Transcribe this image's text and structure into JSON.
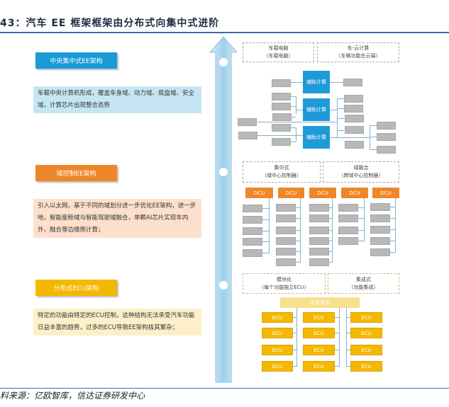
{
  "title": "43：汽车 EE 框架框架由分布式向集中式进阶",
  "source": "料来源：亿欧智库，信达证券研发中心",
  "stages": [
    {
      "label": "中央集中式EE架构",
      "desc": "车载中央计算机形成，覆盖车身域、动力域、底盘域、安全域，计算芯片出现整合态势",
      "color": "#1a9ad6"
    },
    {
      "label": "域控制EE架构",
      "desc": "引入以太网，基于不同的域划分进一步优化EE架构，进一步地，智能座舱域与智能驾驶域融合，单颗AI芯片实现车内外、融合等边缘侧计算；",
      "color": "#f0862a"
    },
    {
      "label": "分布式ECU架构",
      "desc": "特定的功能由特定的ECU控制，这种结构无法承受汽车功能日益丰富的趋势，过多的ECU导致EE架构极其繁杂；",
      "color": "#f5b800"
    }
  ],
  "diagram": {
    "central": {
      "h1": "车载电脑",
      "h1sub": "（车载电脑）",
      "h2": "车-云计算",
      "h2sub": "（车辆功能在云端）",
      "block": "辅助计算"
    },
    "domain": {
      "h1": "集中式",
      "h1sub": "（域中心控制器）",
      "h2": "域融合",
      "h2sub": "（跨域中心控制器）",
      "block": "DCU"
    },
    "distributed": {
      "h1": "模块化",
      "h1sub": "（每个功能独立ECU）",
      "h2": "集成式",
      "h2sub": "（功能集成）",
      "gateway": "中央网关",
      "block": "ECU"
    }
  }
}
